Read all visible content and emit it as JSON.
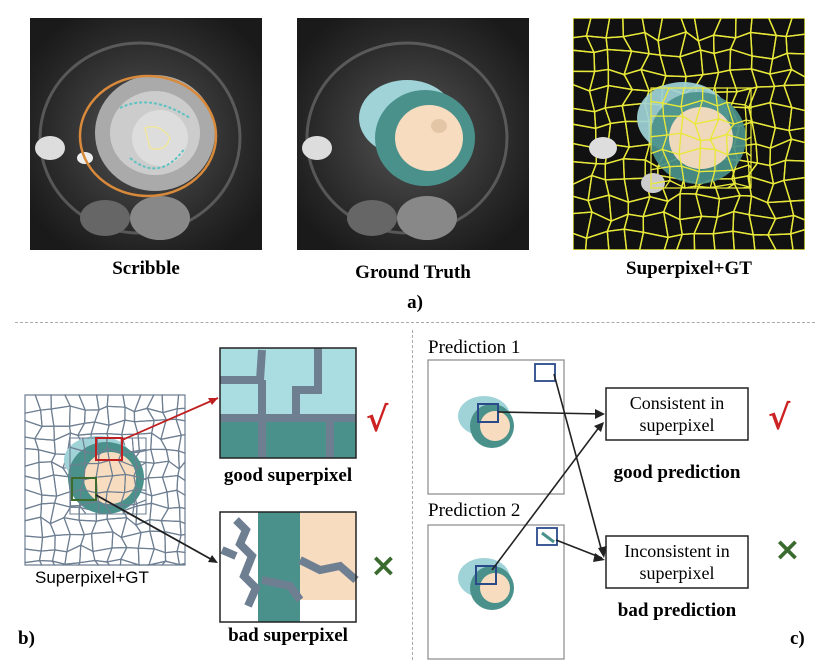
{
  "panel_a": {
    "captions": [
      "Scribble",
      "Ground Truth",
      "Superpixel+GT"
    ],
    "label": "a)"
  },
  "panel_b": {
    "image_caption": "Superpixel+GT",
    "good_caption": "good superpixel",
    "bad_caption": "bad superpixel",
    "good_mark": "√",
    "bad_mark": "×",
    "label": "b)"
  },
  "panel_c": {
    "prediction1_title": "Prediction 1",
    "prediction2_title": "Prediction 2",
    "consistent_text": "Consistent in superpixel",
    "inconsistent_text": "Inconsistent in superpixel",
    "good_caption": "good prediction",
    "bad_caption": "bad prediction",
    "good_mark": "√",
    "bad_mark": "×",
    "label": "c)"
  },
  "colors": {
    "lv_cavity": "#f7dcbf",
    "myocardium": "#4a918b",
    "rv_cavity": "#9fd3d8",
    "superpixel_edge": "#e8e83a",
    "good_mark": "#cc2222",
    "bad_mark": "#3a6b2e",
    "red_box": "#c02020",
    "green_box": "#3d6b2c",
    "blue_box": "#2a4a8a",
    "divider": "#aaaaaa"
  }
}
